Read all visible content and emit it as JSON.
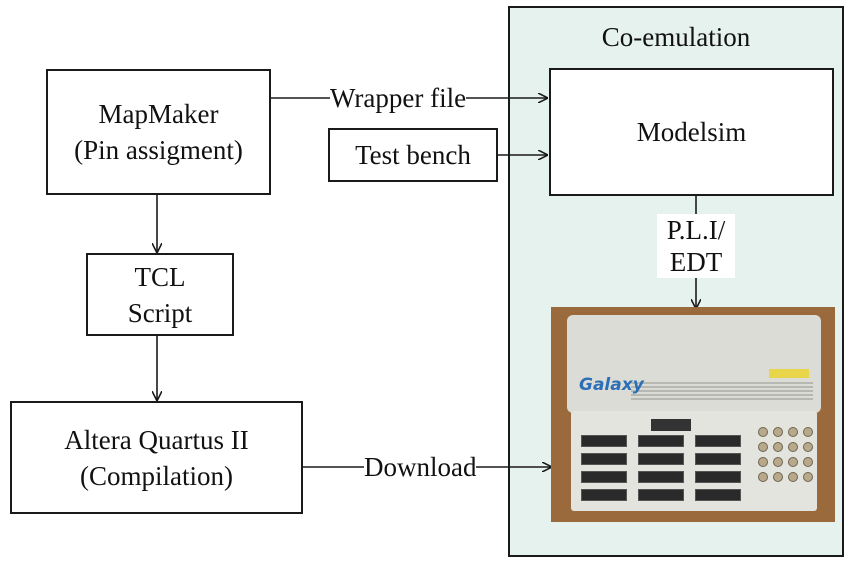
{
  "region": {
    "title": "Co-emulation"
  },
  "boxes": {
    "mapmaker": [
      "MapMaker",
      "(Pin assigment)"
    ],
    "testbench": [
      "Test bench"
    ],
    "tcl": [
      "TCL",
      "Script"
    ],
    "quartus": [
      "Altera Quartus II",
      "(Compilation)"
    ],
    "modelsim": [
      "Modelsim"
    ]
  },
  "labels": {
    "wrapper": "Wrapper file",
    "download": "Download",
    "pli": [
      "P.L.I/",
      "EDT"
    ]
  },
  "device": {
    "brand": "Galaxy"
  },
  "colors": {
    "region_fill": "#e6f2ee",
    "line": "#1a1a1a",
    "device_brand": "#2c6fb6"
  }
}
